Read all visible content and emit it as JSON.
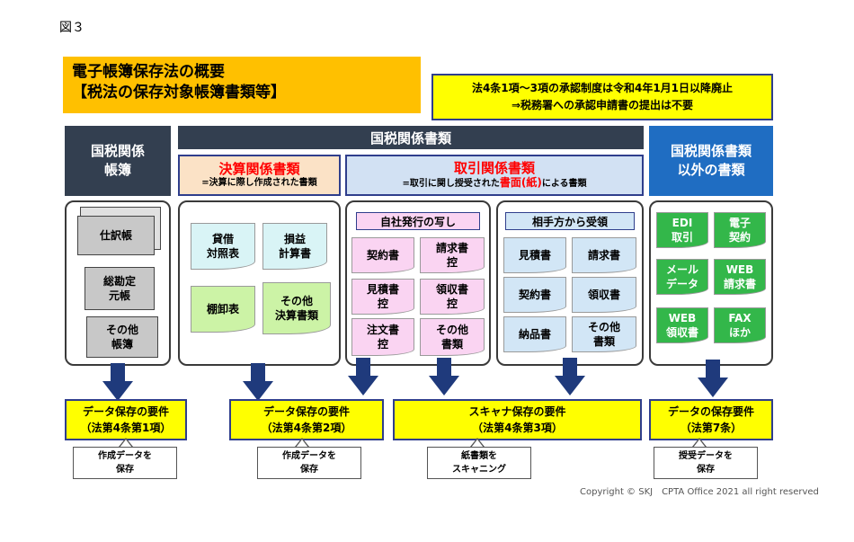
{
  "figure_label": "図３",
  "title": {
    "line1": "電子帳簿保存法の概要",
    "line2": "【税法の保存対象帳簿書類等】"
  },
  "note": {
    "line1": "法4条1項～3項の承認制度は令和4年1月1日以降廃止",
    "line2": "⇒税務署への承認申請書の提出は不要"
  },
  "headers": {
    "books_line1": "国税関係",
    "books_line2": "帳簿",
    "documents": "国税関係書類",
    "other_line1": "国税関係書類",
    "other_line2": "以外の書類"
  },
  "subheaders": {
    "settlement_title": "決算関係書類",
    "settlement_desc": "=決算に際し作成された書類",
    "transaction_title": "取引関係書類",
    "transaction_desc_pre": "=取引に関し授受された",
    "transaction_desc_red": "書面(紙)",
    "transaction_desc_post": "による書類"
  },
  "books": [
    "仕訳帳",
    "総勘定\n元帳",
    "その他\n帳簿"
  ],
  "settlement_docs": [
    "貸借\n対照表",
    "損益\n計算書",
    "棚卸表",
    "その他\n決算書類"
  ],
  "self_issued": {
    "label": "自社発行の写し",
    "items": [
      "契約書",
      "請求書\n控",
      "見積書\n控",
      "領収書\n控",
      "注文書\n控",
      "その他\n書類"
    ]
  },
  "received": {
    "label": "相手方から受領",
    "items": [
      "見積書",
      "請求書",
      "契約書",
      "領収書",
      "納品書",
      "その他\n書類"
    ]
  },
  "electronic": [
    "EDI\n取引",
    "電子\n契約",
    "メール\nデータ",
    "WEB\n請求書",
    "WEB\n領収書",
    "FAX\nほか"
  ],
  "requirements": [
    {
      "line1": "データ保存の要件",
      "line2": "（法第4条第1項）"
    },
    {
      "line1": "データ保存の要件",
      "line2": "（法第4条第2項）"
    },
    {
      "line1": "スキャナ保存の要件",
      "line2": "（法第4条第3項）"
    },
    {
      "line1": "データの保存要件",
      "line2": "（法第7条）"
    }
  ],
  "callouts": [
    "作成データを\n保存",
    "作成データを\n保存",
    "紙書類を\nスキャニング",
    "授受データを\n保存"
  ],
  "copyright": "Copyright © SKJ　CPTA Office 2021 all right reserved",
  "colors": {
    "title_bg": "#ffc000",
    "note_bg": "#ffff00",
    "dark_header": "#333f50",
    "blue_header": "#1f6dc2",
    "arrow": "#1f3a7c",
    "red_text": "#ff0000"
  }
}
